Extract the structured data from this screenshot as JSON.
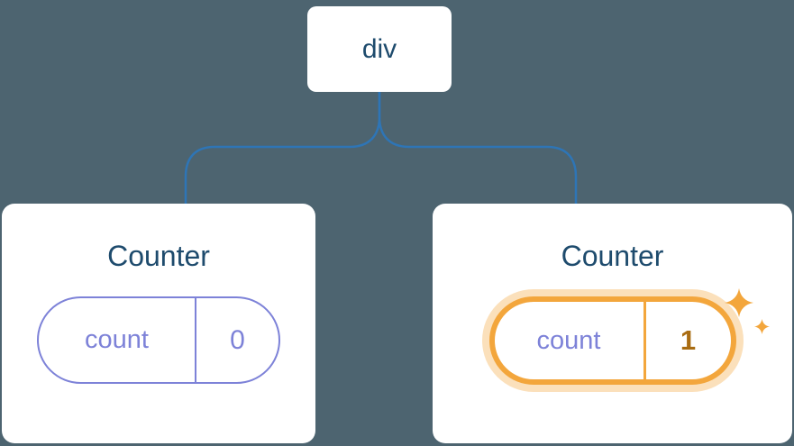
{
  "diagram": {
    "root": {
      "label": "div"
    },
    "children": [
      {
        "title": "Counter",
        "state": {
          "key": "count",
          "value": "0"
        },
        "highlighted": false
      },
      {
        "title": "Counter",
        "state": {
          "key": "count",
          "value": "1"
        },
        "highlighted": true
      }
    ],
    "icons": {
      "sparkle_large": "sparkle-icon",
      "sparkle_small": "sparkle-icon"
    },
    "colors": {
      "bg": "#4d6470",
      "connector": "#2e75b6",
      "card": "#ffffff",
      "title": "#1e4b6d",
      "purple": "#7d82d8",
      "orange": "#f3a63c",
      "glow": "#f3a63c59",
      "value_highlight": "#a96c12"
    }
  }
}
